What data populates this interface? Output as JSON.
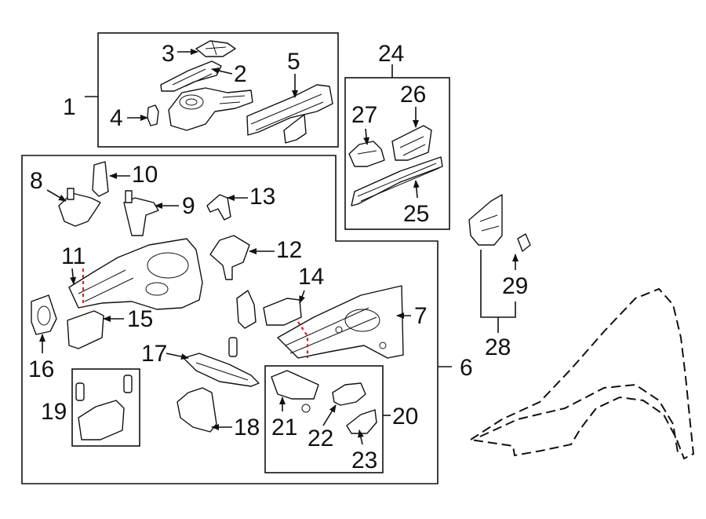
{
  "labels": {
    "l1": "1",
    "l2": "2",
    "l3": "3",
    "l4": "4",
    "l5": "5",
    "l6": "6",
    "l7": "7",
    "l8": "8",
    "l9": "9",
    "l10": "10",
    "l11": "11",
    "l12": "12",
    "l13": "13",
    "l14": "14",
    "l15": "15",
    "l16": "16",
    "l17": "17",
    "l18": "18",
    "l19": "19",
    "l20": "20",
    "l21": "21",
    "l22": "22",
    "l23": "23",
    "l24": "24",
    "l25": "25",
    "l26": "26",
    "l27": "27",
    "l28": "28",
    "l29": "29"
  },
  "colors": {
    "line": "#111111",
    "cut_line": "#e0201b",
    "background": "#ffffff"
  }
}
